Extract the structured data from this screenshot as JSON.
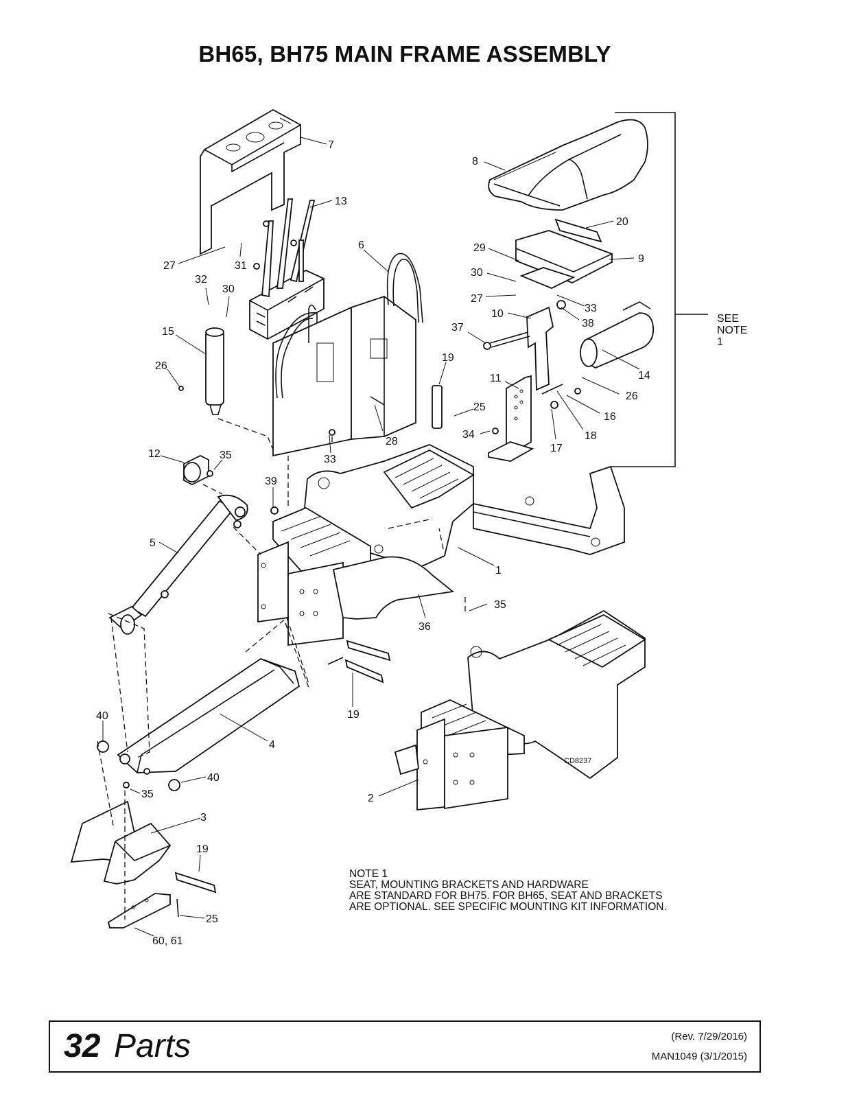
{
  "title": "BH65, BH75 MAIN FRAME ASSEMBLY",
  "callouts": [
    {
      "id": "7",
      "text": "7"
    },
    {
      "id": "8",
      "text": "8"
    },
    {
      "id": "13",
      "text": "13"
    },
    {
      "id": "20",
      "text": "20"
    },
    {
      "id": "29",
      "text": "29"
    },
    {
      "id": "9",
      "text": "9"
    },
    {
      "id": "6",
      "text": "6"
    },
    {
      "id": "27a",
      "text": "27"
    },
    {
      "id": "31",
      "text": "31"
    },
    {
      "id": "30a",
      "text": "30"
    },
    {
      "id": "27b",
      "text": "27"
    },
    {
      "id": "33a",
      "text": "33"
    },
    {
      "id": "32",
      "text": "32"
    },
    {
      "id": "30b",
      "text": "30"
    },
    {
      "id": "10",
      "text": "10"
    },
    {
      "id": "38",
      "text": "38"
    },
    {
      "id": "15",
      "text": "15"
    },
    {
      "id": "37",
      "text": "37"
    },
    {
      "id": "14",
      "text": "14"
    },
    {
      "id": "26a",
      "text": "26"
    },
    {
      "id": "19a",
      "text": "19"
    },
    {
      "id": "11",
      "text": "11"
    },
    {
      "id": "26b",
      "text": "26"
    },
    {
      "id": "25a",
      "text": "25"
    },
    {
      "id": "16",
      "text": "16"
    },
    {
      "id": "28",
      "text": "28"
    },
    {
      "id": "18",
      "text": "18"
    },
    {
      "id": "34",
      "text": "34"
    },
    {
      "id": "17",
      "text": "17"
    },
    {
      "id": "12",
      "text": "12"
    },
    {
      "id": "35a",
      "text": "35"
    },
    {
      "id": "33b",
      "text": "33"
    },
    {
      "id": "39",
      "text": "39"
    },
    {
      "id": "5",
      "text": "5"
    },
    {
      "id": "1",
      "text": "1"
    },
    {
      "id": "35b",
      "text": "35"
    },
    {
      "id": "36",
      "text": "36"
    },
    {
      "id": "19b",
      "text": "19"
    },
    {
      "id": "40a",
      "text": "40"
    },
    {
      "id": "4",
      "text": "4"
    },
    {
      "id": "40b",
      "text": "40"
    },
    {
      "id": "35c",
      "text": "35"
    },
    {
      "id": "3",
      "text": "3"
    },
    {
      "id": "2",
      "text": "2"
    },
    {
      "id": "19c",
      "text": "19"
    },
    {
      "id": "25b",
      "text": "25"
    },
    {
      "id": "6061",
      "text": "60, 61"
    }
  ],
  "drawing_code": "CD8237",
  "see_note": [
    "SEE",
    "NOTE",
    "1"
  ],
  "note": {
    "heading": "NOTE 1",
    "lines": [
      "SEAT, MOUNTING BRACKETS AND HARDWARE",
      "ARE STANDARD FOR BH75. FOR BH65, SEAT AND BRACKETS",
      "ARE OPTIONAL. SEE SPECIFIC MOUNTING KIT INFORMATION."
    ]
  },
  "footer": {
    "page_number": "32",
    "section": "Parts",
    "revision": "(Rev. 7/29/2016)",
    "manual": "MAN1049 (3/1/2015)"
  }
}
